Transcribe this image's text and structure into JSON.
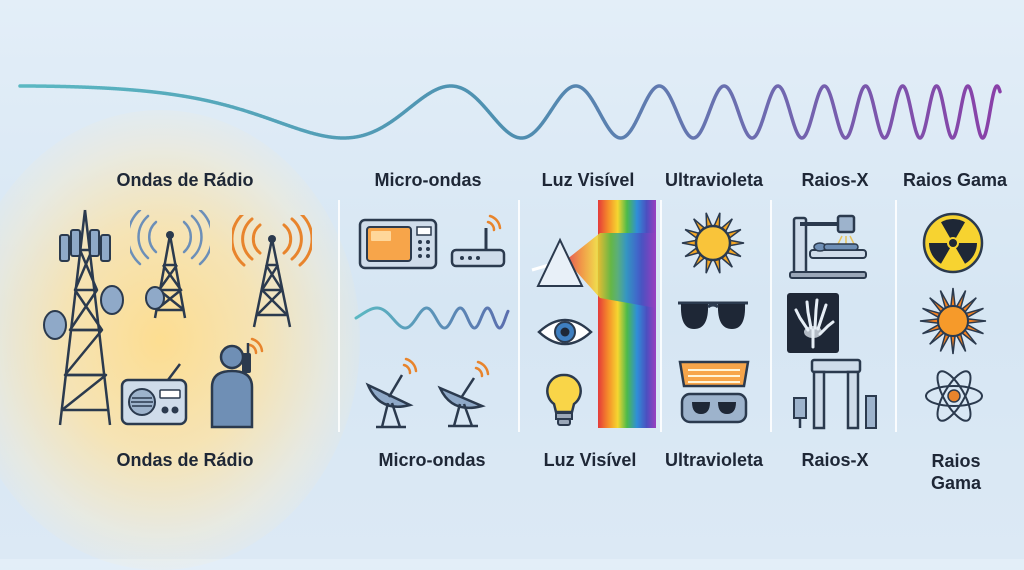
{
  "bands": [
    {
      "top_label": "Ondas de Rádio",
      "bottom_label": "Ondas de Rádio"
    },
    {
      "top_label": "Micro-ondas",
      "bottom_label": "Micro-ondas"
    },
    {
      "top_label": "Luz Visível",
      "bottom_label": "Luz Visível"
    },
    {
      "top_label": "Ultravioleta",
      "bottom_label": "Ultravioleta"
    },
    {
      "top_label": "Raios-X",
      "bottom_label": "Raios-X"
    },
    {
      "top_label": "Raios Gama",
      "bottom_label_line1": "Raios",
      "bottom_label_line2": "Gama"
    }
  ],
  "colors": {
    "wave_start": "#5bb8c2",
    "wave_end": "#8a3fa8",
    "outline": "#2b3a4e",
    "icon_blue": "#7f9ec2",
    "signal_orange": "#e8842c",
    "signal_blue": "#6c8fb8"
  },
  "icons": [
    "cell-tower-icon",
    "radio-antenna-icon",
    "broadcast-tower-icon",
    "radio-icon",
    "walkie-talkie-person-icon",
    "microwave-oven-icon",
    "wifi-router-icon",
    "microwave-wave-icon",
    "satellite-dish-icon",
    "prism-icon",
    "eye-icon",
    "light-bulb-icon",
    "rainbow-spectrum",
    "sun-icon",
    "sunglasses-icon",
    "tanning-bed-icon",
    "xray-machine-icon",
    "xray-hand-icon",
    "security-scanner-icon",
    "radiation-symbol-icon",
    "gamma-star-icon",
    "atom-icon"
  ]
}
